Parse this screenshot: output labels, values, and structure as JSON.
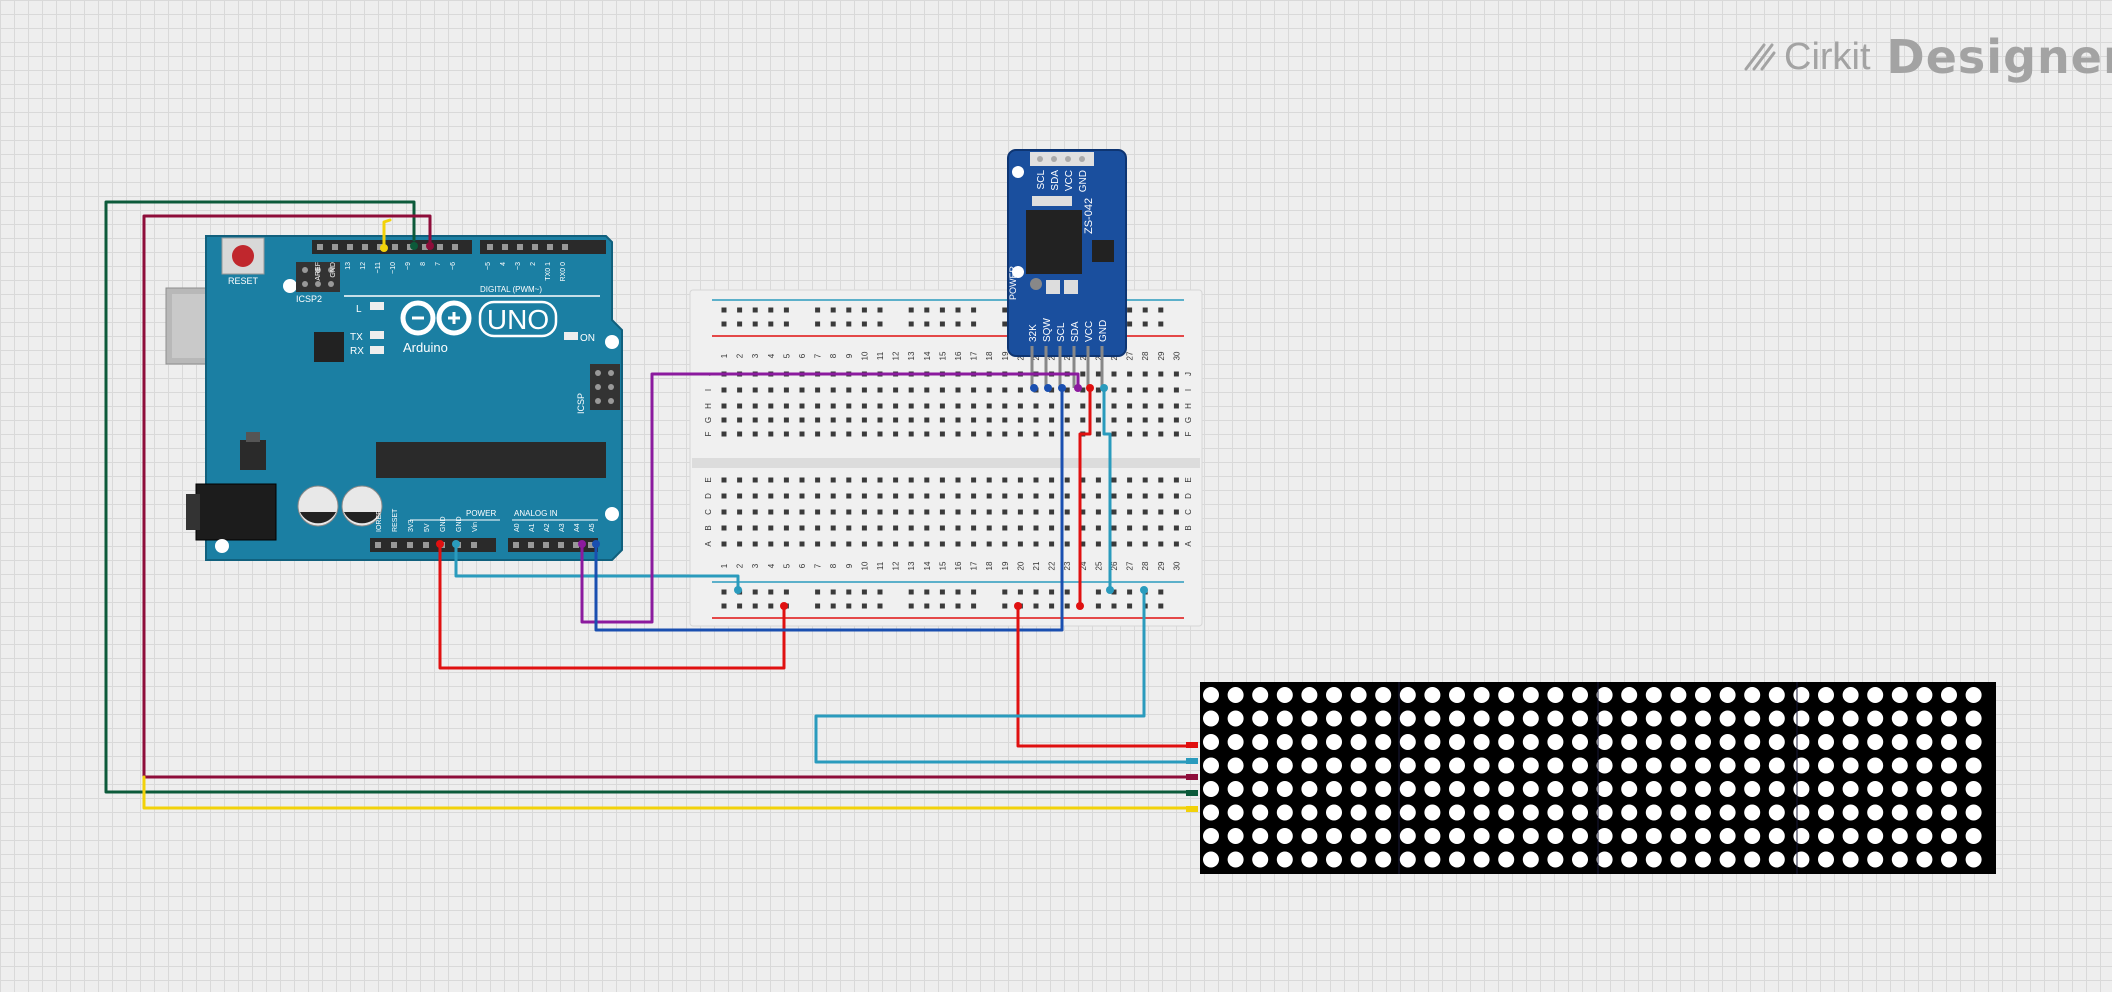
{
  "brand": {
    "name_left": "Cirkit",
    "name_right": "Designer",
    "icon": "cirkit-logo-icon"
  },
  "arduino": {
    "logo_text": "Arduino",
    "model": "UNO",
    "reset_label": "RESET",
    "icsp2_label": "ICSP2",
    "icsp_label": "ICSP",
    "digital_label": "DIGITAL (PWM~)",
    "power_label": "POWER",
    "analog_label": "ANALOG IN",
    "on_label": "ON",
    "l_label": "L",
    "tx_label": "TX",
    "rx_label": "RX",
    "digital_pins": [
      "AREF",
      "GND",
      "13",
      "12",
      "~11",
      "~10",
      "~9",
      "8",
      "7",
      "~6",
      "~5",
      "4",
      "~3",
      "2",
      "TX0 1",
      "RX0 0"
    ],
    "power_pins": [
      "IOREF",
      "RESET",
      "3V3",
      "5V",
      "GND",
      "GND",
      "Vin"
    ],
    "analog_pins": [
      "A0",
      "A1",
      "A2",
      "A3",
      "A4",
      "A5"
    ],
    "board_color": "#1b7fa3"
  },
  "rtc": {
    "top_pins": [
      "SCL",
      "SDA",
      "VCC",
      "GND"
    ],
    "bottom_pins": [
      "32K",
      "SQW",
      "SCL",
      "SDA",
      "VCC",
      "GND"
    ],
    "chip_label": "ZS-042",
    "power_label": "POWER",
    "board_color": "#1a4f9e"
  },
  "breadboard": {
    "columns": [
      "1",
      "2",
      "3",
      "4",
      "5",
      "6",
      "7",
      "8",
      "9",
      "10",
      "11",
      "12",
      "13",
      "14",
      "15",
      "16",
      "17",
      "18",
      "19",
      "20",
      "21",
      "22",
      "23",
      "24",
      "25",
      "26",
      "27",
      "28",
      "29",
      "30"
    ],
    "top_rows": [
      "J",
      "I",
      "H",
      "G",
      "F"
    ],
    "bottom_rows": [
      "E",
      "D",
      "C",
      "B",
      "A"
    ]
  },
  "matrix": {
    "rows": 8,
    "cols": 32,
    "dot_color": "#ffffff",
    "bg_color": "#000000"
  },
  "wire_colors": {
    "red": "#e01010",
    "teal": "#2a9bbd",
    "purple": "#8b1a9e",
    "blue": "#1a4fb0",
    "green": "#0c5a3a",
    "maroon": "#8e0d3a",
    "yellow": "#f2d20a"
  }
}
